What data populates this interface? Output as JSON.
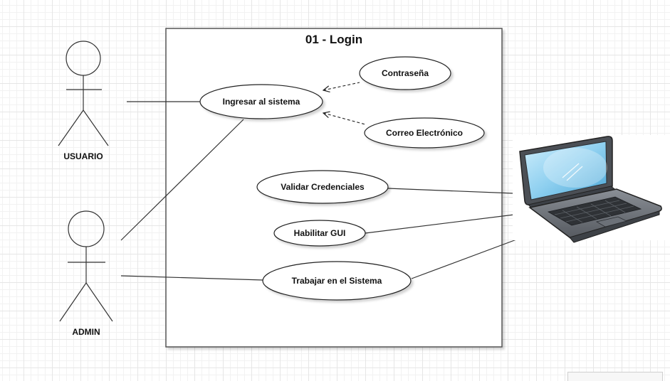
{
  "system": {
    "title": "01 - Login"
  },
  "actors": {
    "usuario": "USUARIO",
    "admin": "ADMIN"
  },
  "use_cases": {
    "contrasena": "Contraseña",
    "ingresar": "Ingresar al sistema",
    "correo": "Correo Electrónico",
    "validar": "Validar Credenciales",
    "habilitar": "Habilitar GUI",
    "trabajar": "Trabajar en el Sistema"
  },
  "colors": {
    "line": "#333333",
    "laptop_body": "#5a5f66",
    "laptop_screen": "#7fc4ea"
  },
  "icons": [
    "laptop-icon"
  ]
}
